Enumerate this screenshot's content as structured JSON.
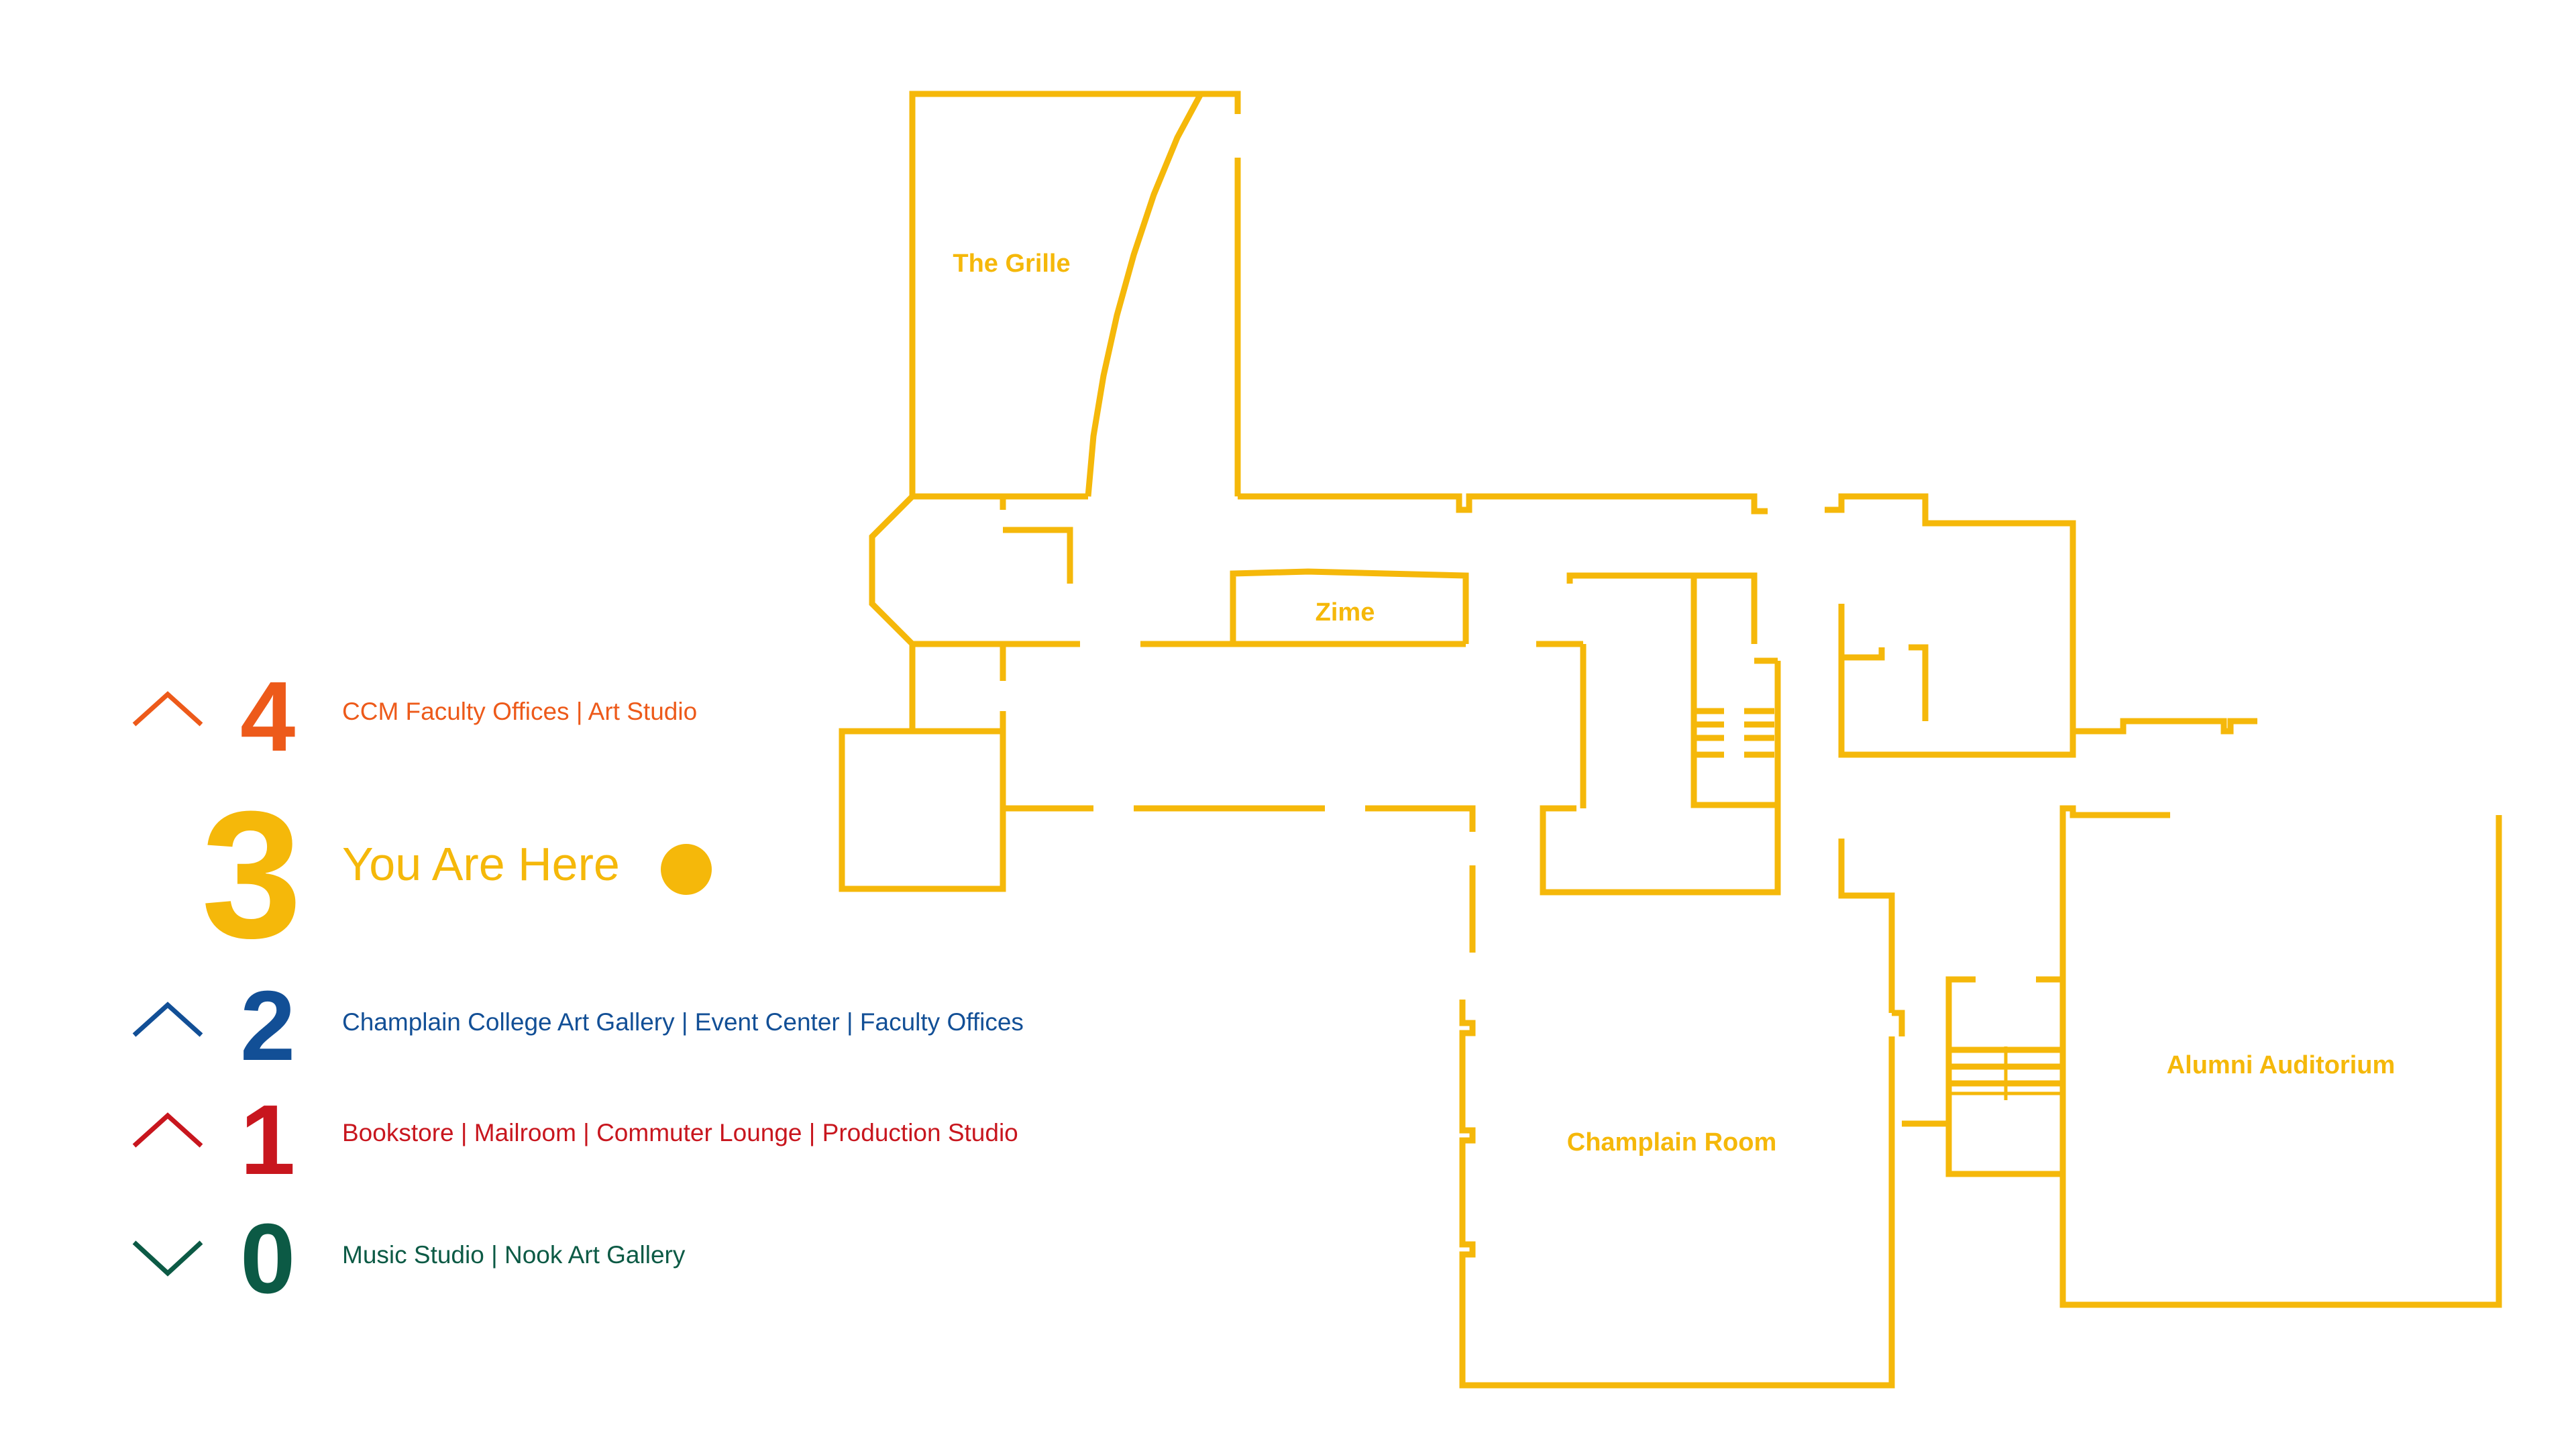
{
  "colors": {
    "map": "#f5b80a",
    "floor4": "#ed5a1a",
    "floor3": "#f5b80a",
    "floor2": "#124f96",
    "floor1": "#c8161e",
    "floor0": "#0c5a45"
  },
  "legend": {
    "floors": [
      {
        "number": "4",
        "description": "CCM Faculty Offices | Art Studio",
        "arrow": "chevron-up-icon",
        "color": "#ed5a1a"
      },
      {
        "number": "3",
        "description": "You Are Here",
        "marker": "you-are-here-dot",
        "color": "#f5b80a"
      },
      {
        "number": "2",
        "description": "Champlain College Art Gallery | Event Center | Faculty Offices",
        "arrow": "chevron-up-icon",
        "color": "#124f96"
      },
      {
        "number": "1",
        "description": "Bookstore | Mailroom | Commuter Lounge | Production Studio",
        "arrow": "chevron-up-icon",
        "color": "#c8161e"
      },
      {
        "number": "0",
        "description": "Music Studio | Nook Art Gallery",
        "arrow": "chevron-down-icon",
        "color": "#0c5a45"
      }
    ]
  },
  "map": {
    "rooms": {
      "grille": "The Grille",
      "zime": "Zime",
      "champlain_room": "Champlain Room",
      "alumni_auditorium": "Alumni Auditorium"
    }
  }
}
